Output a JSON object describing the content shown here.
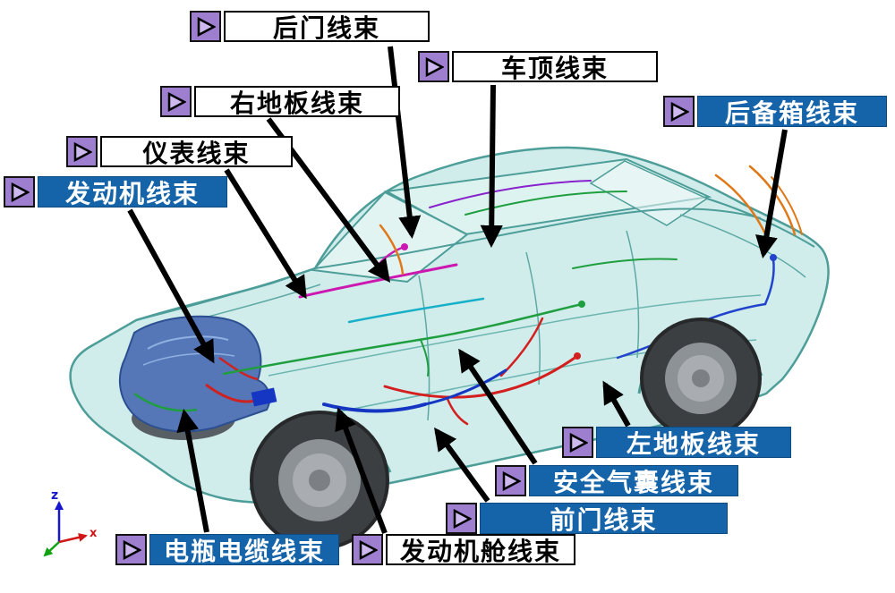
{
  "labels": {
    "rear_door": "后门线束",
    "roof": "车顶线束",
    "right_floor": "右地板线束",
    "instrument": "仪表线束",
    "engine": "发动机线束",
    "trunk": "后备箱线束",
    "left_floor": "左地板线束",
    "airbag": "安全气囊线束",
    "front_door": "前门线束",
    "battery_cable": "电瓶电缆线束",
    "engine_bay": "发动机舱线束"
  },
  "axes": {
    "z": "z",
    "x": "x"
  },
  "colors": {
    "label_blue": "#1563a8",
    "marker_purple": "#9d7ecf",
    "car_body_teal": "#c9ebe8",
    "car_outline_teal": "#4d9d99",
    "arrow_black": "#000000"
  }
}
